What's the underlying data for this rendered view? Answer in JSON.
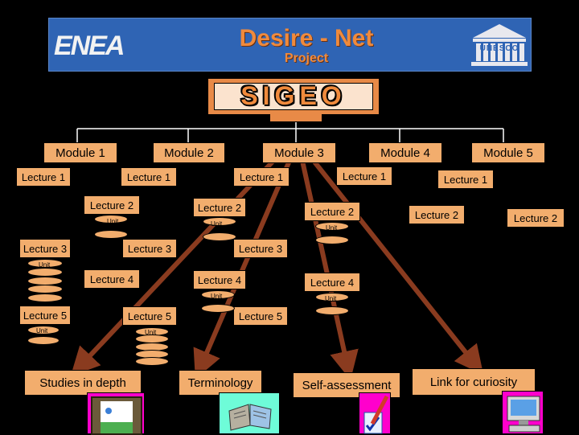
{
  "header": {
    "logo_left": "ENEA",
    "title": "Desire - Net",
    "subtitle": "Project",
    "logo_right": "UNESCO",
    "colors": {
      "banner": "#2f64b4",
      "logo_orange": "#f08a3c"
    }
  },
  "root": {
    "label": "SIGEO"
  },
  "modules": [
    {
      "label": "Module 1",
      "lectures": [
        "Lecture 1",
        "Lecture 3",
        "Lecture 5"
      ],
      "unit_labels": [
        "Unit",
        "Unit"
      ]
    },
    {
      "label": "Module 2",
      "lectures": [
        "Lecture 1",
        "Lecture 2",
        "Lecture 3",
        "Lecture 4",
        "Lecture 5"
      ],
      "unit_labels": [
        "Unit",
        "Unit"
      ]
    },
    {
      "label": "Module 3",
      "lectures": [
        "Lecture 1",
        "Lecture 2",
        "Lecture 3",
        "Lecture 4",
        "Lecture 5"
      ],
      "unit_labels": [
        "Unit"
      ]
    },
    {
      "label": "Module 4",
      "lectures": [
        "Lecture 1",
        "Lecture 2",
        "Lecture 4"
      ],
      "unit_labels": [
        "Unit",
        "Unit"
      ]
    },
    {
      "label": "Module 5",
      "lectures": [
        "Lecture 1",
        "Lecture 2",
        "Lecture 2"
      ]
    }
  ],
  "bottom": [
    {
      "label": "Studies in depth",
      "icon": "window-landscape-icon"
    },
    {
      "label": "Terminology",
      "icon": "open-book-icon"
    },
    {
      "label": "Self-assessment",
      "icon": "pencil-paper-icon"
    },
    {
      "label": "Link for curiosity",
      "icon": "computer-icon"
    }
  ],
  "colors": {
    "box_fill": "#f2ad6d",
    "connector": "#ffffff",
    "arrow": "#8a3b1f",
    "background": "#000000"
  }
}
